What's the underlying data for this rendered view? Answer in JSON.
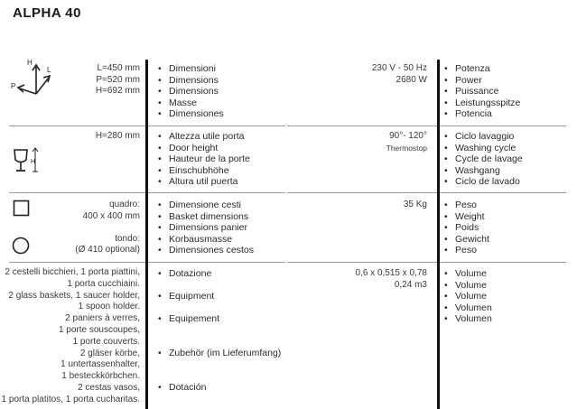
{
  "title": "ALPHA 40",
  "dimensions": {
    "axis_labels": {
      "h": "H",
      "l": "L",
      "p": "P"
    },
    "values": [
      "L=450 mm",
      "P=520 mm",
      "H=692 mm"
    ],
    "labels": [
      "Dimensioni",
      "Dimensions",
      "Dimensions",
      "Masse",
      "Dimensiones"
    ]
  },
  "power": {
    "values": [
      "230 V - 50 Hz",
      "2680 W"
    ],
    "labels": [
      "Potenza",
      "Power",
      "Puissance",
      "Leistungsspitze",
      "Potencia"
    ]
  },
  "door": {
    "icon_label": "H",
    "value": "H=280 mm",
    "labels": [
      "Altezza utile porta",
      "Door height",
      "Hauteur de la porte",
      "Einschubhöhe",
      "Altura util puerta"
    ]
  },
  "cycle": {
    "value": "90°- 120°",
    "value2": "Thermostop",
    "labels": [
      "Ciclo lavaggio",
      "Washing cycle",
      "Cycle de lavage",
      "Washgang",
      "Ciclo de lavado"
    ]
  },
  "basket": {
    "values": [
      "quadro:",
      "400 x 400 mm",
      "",
      "tondo:",
      "(Ø 410 optional)"
    ],
    "labels": [
      "Dimensione cesti",
      "Basket dimensions",
      "Dimensions panier",
      "Korbausmasse",
      "Dimensiones cestos"
    ]
  },
  "weight": {
    "value": "35 Kg",
    "labels": [
      "Peso",
      "Weight",
      "Poids",
      "Gewicht",
      "Peso"
    ]
  },
  "equipment": {
    "lines": [
      "2 cestelli bicchieri, 1 porta piattini,",
      "1 porta cucchiaini.",
      "2 glass baskets, 1 saucer holder,",
      "1 spoon holder.",
      "2 paniers à verres,",
      "1 porte souscoupes,",
      "1 porte couverts.",
      "2 gläser körbe,",
      "1 untertassenhalter,",
      "1 besteckkörbchen.",
      "2 cestas vasos,",
      "1 porta platitos, 1 porta cucharitas."
    ],
    "labels": [
      "Dotazione",
      "Equipment",
      "Equipement",
      "Zubehör (im Lieferumfang)",
      "Dotación"
    ]
  },
  "volume": {
    "values": [
      "0,6 x 0,515 x 0,78",
      "0,24 m3"
    ],
    "labels": [
      "Volume",
      "Volume",
      "Volume",
      "Volumen",
      "Volumen"
    ]
  }
}
